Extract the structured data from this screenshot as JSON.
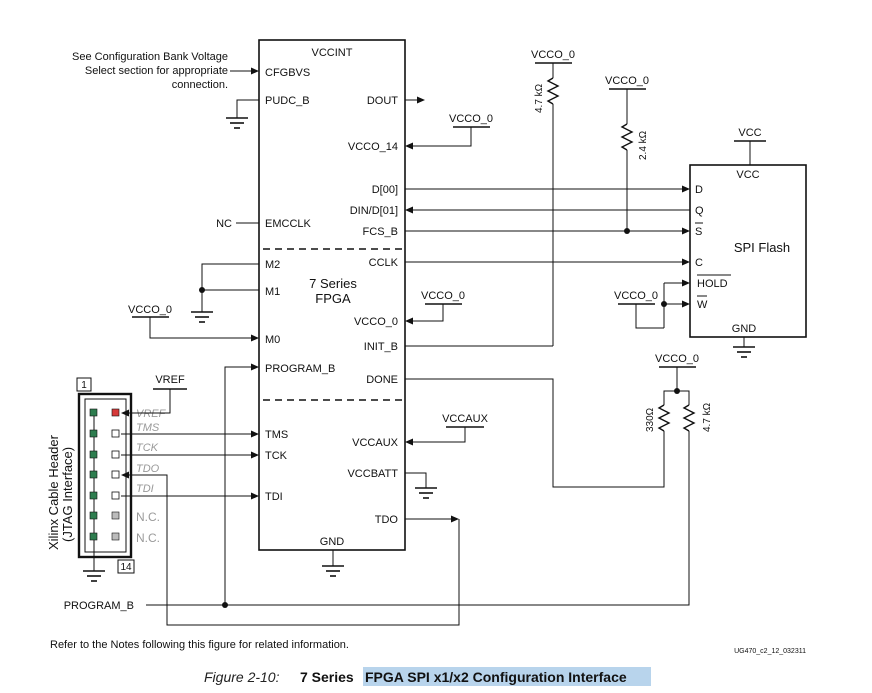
{
  "fpga": {
    "title_line1": "7 Series",
    "title_line2": "FPGA",
    "top_label": "VCCINT",
    "bottom_label": "GND",
    "left_pins": [
      "CFGBVS",
      "PUDC_B",
      "EMCCLK",
      "M2",
      "M1",
      "M0",
      "PROGRAM_B",
      "TMS",
      "TCK",
      "TDI"
    ],
    "right_pins": [
      "DOUT",
      "VCCO_14",
      "D[00]",
      "DIN/D[01]",
      "FCS_B",
      "CCLK",
      "VCCO_0",
      "INIT_B",
      "DONE",
      "VCCAUX",
      "VCCBATT",
      "TDO"
    ]
  },
  "flash": {
    "title": "SPI Flash",
    "top_label": "VCC",
    "bottom_label": "GND",
    "pins": [
      "D",
      "Q",
      "S",
      "C",
      "HOLD",
      "W"
    ]
  },
  "note_cfgbvs": [
    "See Configuration Bank Voltage",
    "Select section for appropriate",
    "connection."
  ],
  "nc_label": "NC",
  "rails": {
    "vcco_0": "VCCO_0",
    "vcc": "VCC",
    "vccaux": "VCCAUX",
    "vref": "VREF"
  },
  "resistors": {
    "r_init": "4.7 kΩ",
    "r_fcs": "2.4 kΩ",
    "r_done": "330Ω",
    "r_prog": "4.7 kΩ"
  },
  "jtag_header": {
    "title_line1": "Xilinx Cable Header",
    "title_line2": "(JTAG Interface)",
    "pin1": "1",
    "pin14": "14",
    "signals": [
      "VREF",
      "TMS",
      "TCK",
      "TDO",
      "TDI",
      "N.C.",
      "N.C."
    ],
    "colors": {
      "ground_pin": "#2e7d4f",
      "vref_pin": "#d63a3a",
      "nc_pin": "#bbbbbb"
    }
  },
  "program_b_label": "PROGRAM_B",
  "footnote": "Refer to the Notes following this figure for related information.",
  "drawing_id": "UG470_c2_12_032311",
  "caption": {
    "label": "Figure 2-10:",
    "text_plain": "7 Series ",
    "text_highlight": "FPGA SPI x1/x2 Configuration Interface"
  }
}
